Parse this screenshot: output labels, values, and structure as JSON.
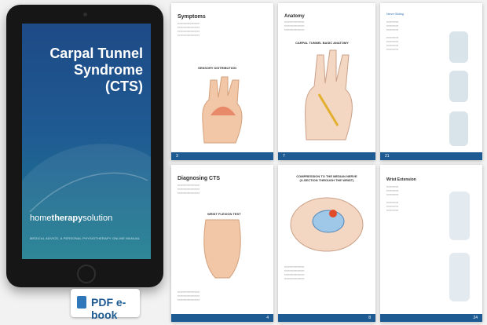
{
  "badge": {
    "label": "PDF e-book"
  },
  "cover": {
    "title_line1": "Carpal Tunnel",
    "title_line2": "Syndrome",
    "title_line3": "(CTS)",
    "brand_home": "home",
    "brand_therapy": "therapy",
    "brand_solution": "solution",
    "tagline": "MEDICAL ADVICE, A PERSONAL PHYSIOTHERAPY ONLINE MANUAL"
  },
  "pages": {
    "p_symptoms": {
      "title": "Symptoms",
      "figure": "SENSORY DISTRIBUTION",
      "num": "3"
    },
    "p_anatomy": {
      "title": "Anatomy",
      "figure": "CARPAL TUNNEL BASIC ANATOMY",
      "num": "7"
    },
    "p_21": {
      "title": "Nerve Gliding",
      "num": "21"
    },
    "p_diag": {
      "title": "Diagnosing CTS",
      "figure": "WRIST FLEXION TEST",
      "num": "4"
    },
    "p_comp": {
      "title": "COMPRESSION TO THE MEDIAN NERVE",
      "subtitle": "(X-SECTION THROUGH THE WRIST)",
      "num": "8"
    },
    "p_24": {
      "title": "Wrist Extension",
      "num": "24"
    }
  }
}
